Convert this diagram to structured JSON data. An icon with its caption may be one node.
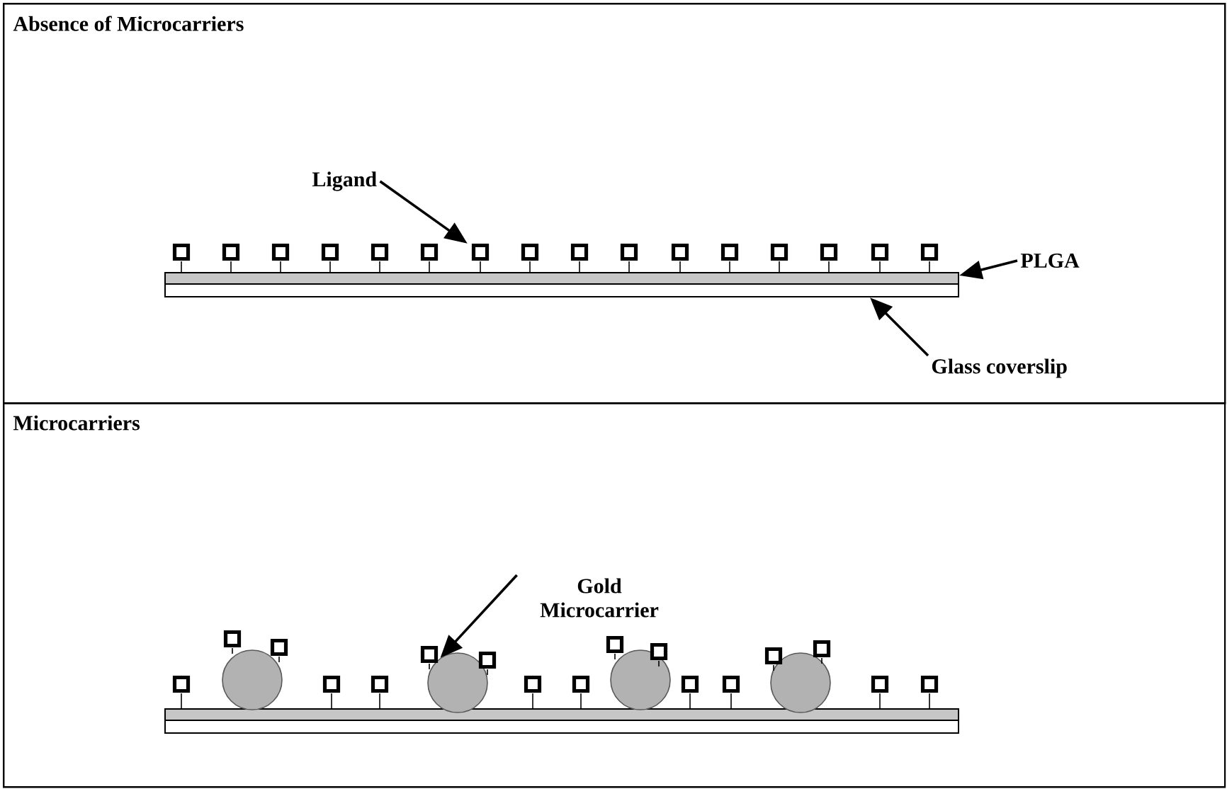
{
  "diagram": {
    "nodes": [
      {
        "text": [
          "Absence of Microcarriers"
        ]
      },
      {
        "text": [
          "Microcarriers"
        ]
      },
      {
        "text": [
          "Ligand"
        ],
        "in": 0
      },
      {
        "text": [],
        "shape": "box",
        "in": 0
      },
      {
        "text": [
          "PLGA"
        ],
        "in": 0
      },
      {
        "text": [],
        "shape": "bar",
        "in": 0
      },
      {
        "text": [
          "Glass coverslip"
        ],
        "in": 0
      },
      {
        "text": [],
        "shape": "bar",
        "in": 0
      },
      {
        "text": [
          "Gold Microcarrier"
        ],
        "in": 1
      },
      {
        "text": [],
        "shape": "circle",
        "in": 1
      },
      {
        "text": [],
        "shape": "circle",
        "in": 1
      },
      {
        "text": [],
        "shape": "circle",
        "in": 1
      },
      {
        "text": [],
        "shape": "circle",
        "in": 1
      }
    ],
    "edges": [
      {
        "from": 2,
        "to": 3,
        "arrow": "to"
      },
      {
        "from": 4,
        "to": 5,
        "arrow": "to"
      },
      {
        "from": 6,
        "to": 7,
        "arrow": "to"
      },
      {
        "from": 8,
        "to": 10,
        "arrow": "to"
      }
    ]
  }
}
